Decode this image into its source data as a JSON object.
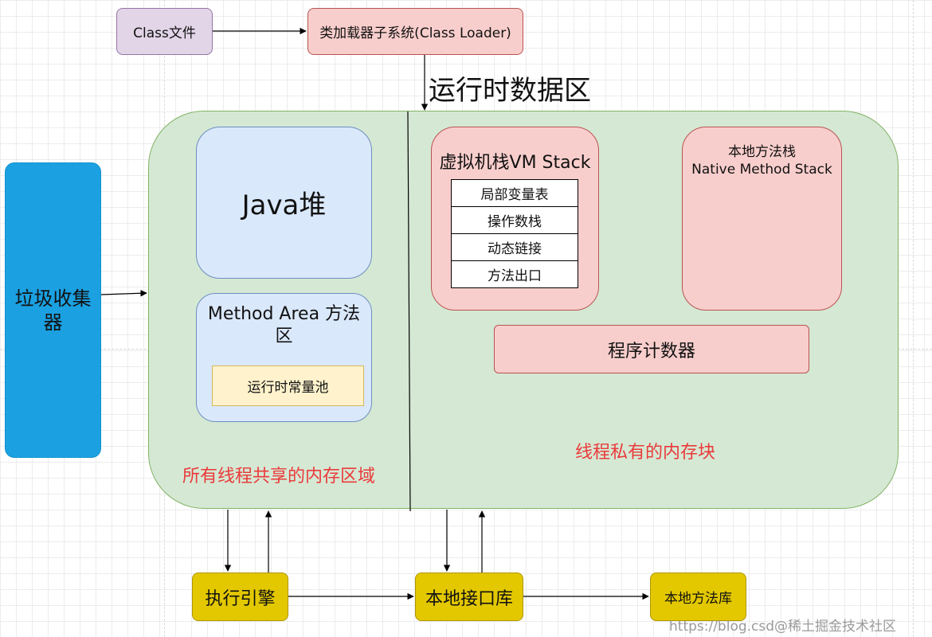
{
  "title": "运行时数据区",
  "class_file": "Class文件",
  "class_loader": "类加载器子系统(Class Loader)",
  "gc": "垃圾收集器",
  "heap": "Java堆",
  "method_area": "Method Area 方法区",
  "runtime_constant_pool": "运行时常量池",
  "shared_region_label": "所有线程共享的内存区域",
  "vm_stack": {
    "title": "虚拟机栈VM Stack",
    "rows": [
      "局部变量表",
      "操作数栈",
      "动态链接",
      "方法出口"
    ]
  },
  "native_stack": {
    "line1": "本地方法栈",
    "line2": "Native Method Stack"
  },
  "pc_register": "程序计数器",
  "private_region_label": "线程私有的内存块",
  "exec_engine": "执行引擎",
  "native_interface": "本地接口库",
  "native_lib": "本地方法库",
  "watermark": "https://blog.csd@稀土掘金技术社区",
  "colors": {
    "pink": "#f8cecc",
    "purple": "#e1d5e7",
    "blue": "#dae8fc",
    "yellow": "#e3c800",
    "cyan": "#1ba1e2",
    "green": "#d5e8d4",
    "red_text": "#ea3a3a"
  }
}
